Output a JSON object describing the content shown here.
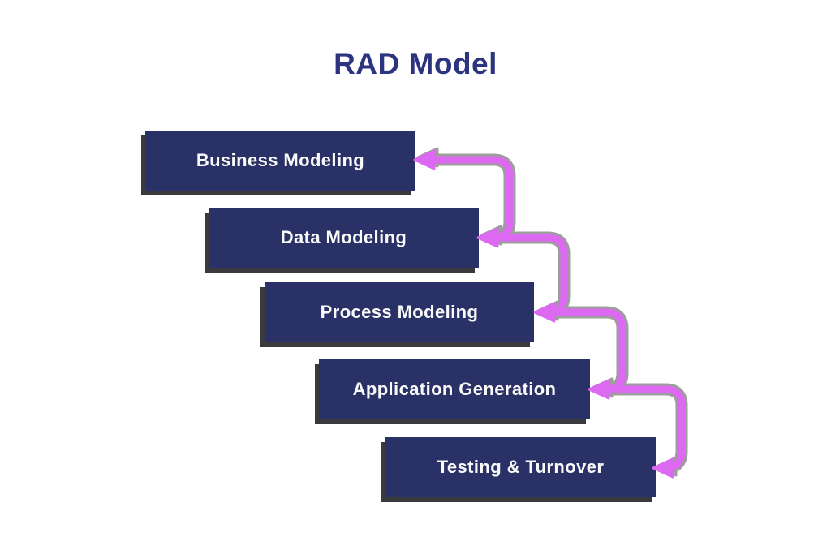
{
  "title": "RAD Model",
  "steps": [
    {
      "label": "Business Modeling"
    },
    {
      "label": "Data Modeling"
    },
    {
      "label": "Process Modeling"
    },
    {
      "label": "Application Generation"
    },
    {
      "label": "Testing & Turnover"
    }
  ],
  "theme": {
    "background": "#ffffff",
    "box-fill": "#2a3166",
    "box-shadow": "#3a3a3e",
    "box-text": "#fafafa",
    "title-color": "#2c3480",
    "arrow-color": "#dd69f2",
    "arrow-shadow": "#9d9d9d"
  }
}
